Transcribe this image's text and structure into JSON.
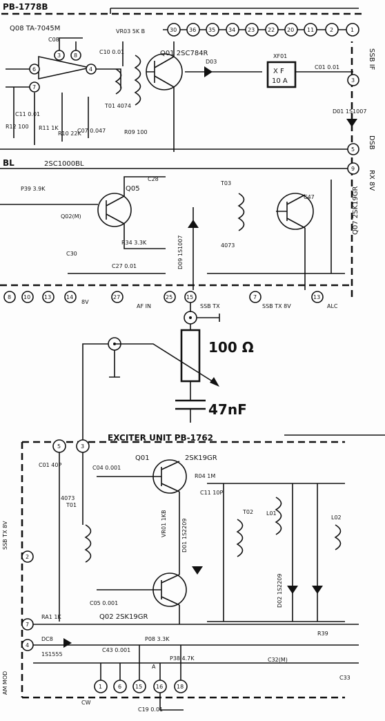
{
  "top_board": {
    "label": "PB-1778B",
    "strip_pins": [
      "30",
      "36",
      "35",
      "34",
      "23",
      "22",
      "20",
      "11",
      "2",
      "1"
    ],
    "q08_label": "Q08 TA-7045M",
    "q08_pins": [
      "6",
      "7",
      "3",
      "8",
      "4"
    ],
    "labels": {
      "c08": "C08",
      "c10": "C10 0.01",
      "c11": "C11 0.01",
      "r11": "R11 1K",
      "r10": "R10 22K",
      "c07": "C07 0.047",
      "r12": "R12 100",
      "vr03": "VR03 5K B",
      "t01": "T01 4074",
      "r09": "R09 100",
      "q01": "Q01 2SC784R",
      "d03": "D03",
      "c01": "C01 0.01",
      "d01": "D01 1S1007",
      "q05": "Q05",
      "p39": "P39 3.9K",
      "q02": "Q02(M)",
      "r34": "R34 3.3K",
      "c30": "C30",
      "c27": "C27 0.01",
      "c28": "C28",
      "d09": "D09 1S1007",
      "t03": "T03",
      "t03_part": "4073",
      "c47": "C47"
    },
    "xf01": {
      "label": "XF01",
      "box_top": "X F",
      "box_bottom": "10 A"
    },
    "side_pins": [
      "3",
      "5",
      "9"
    ],
    "right_labels": {
      "ssb_if": "SSB IF",
      "dsb": "DSB",
      "rx8v": "RX 8V",
      "q07": "Q07 2SK19GR"
    },
    "bl_text": "BL",
    "q06_label": "2SC1000BL",
    "bottom_pins": [
      "8",
      "10",
      "13",
      "14",
      "27",
      "25",
      "15",
      "7",
      "13"
    ],
    "bottom_texts": {
      "eight_v": "8V",
      "af_in": "AF IN",
      "ssb_tx": "SSB TX",
      "ssb_tx_8v": "SSB TX 8V",
      "alc": "ALC"
    }
  },
  "modification": {
    "resistor_value": "100 Ω",
    "capacitor_value": "47nF"
  },
  "exciter_board": {
    "label": "EXCITER UNIT  PB-1762",
    "top_pins": [
      "5",
      "3"
    ],
    "left_pins": [
      "2",
      "7",
      "4"
    ],
    "bottom_pins": [
      "1",
      "6",
      "15",
      "16",
      "18"
    ],
    "labels": {
      "c01": "C01 40P",
      "q01": "Q01",
      "q01_part": "2SK19GR",
      "c04": "C04 0.001",
      "r04": "R04 1M",
      "c11": "C11 10P",
      "t01_part": "4073",
      "t01": "T01",
      "q02": "Q02 2SK19GR",
      "c05": "C05 0.001",
      "vr01": "VR01 1KB",
      "d01": "D01 1S2209",
      "t02": "T02",
      "l01": "L01",
      "l02": "L02",
      "d02": "D02 1S2209",
      "ssb_tx_8v": "SSB TX 8V",
      "ra1": "RA1 1K",
      "dc8": "DC8",
      "d_1s1555": "1S1555",
      "am_mod": "AM MOD",
      "p08": "P08 3.3K",
      "p38": "P38 4.7K",
      "c43": "C43 0.001",
      "c32": "C32(M)",
      "r39": "R39",
      "c33": "C33",
      "a": "A",
      "cw": "CW",
      "c19": "C19 0.01"
    }
  }
}
